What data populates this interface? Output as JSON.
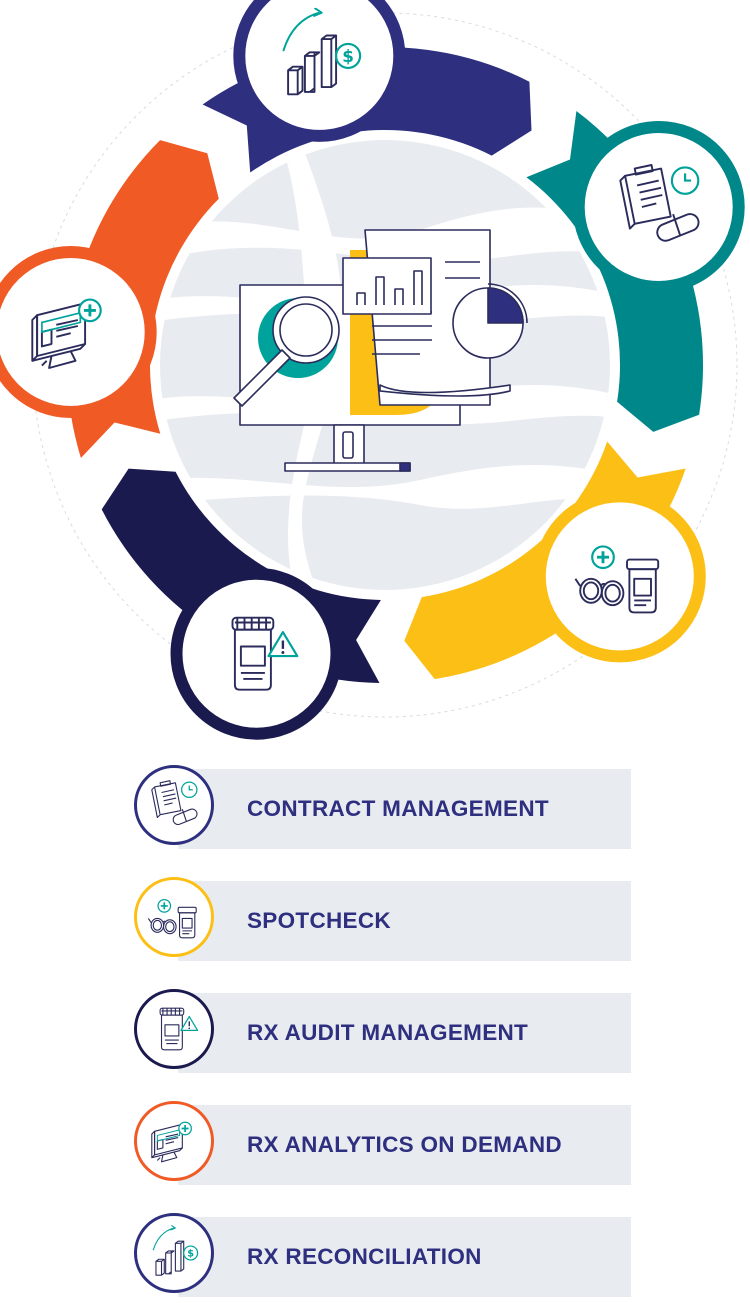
{
  "colors": {
    "navy": "#2e2f7f",
    "dark_navy": "#1b1a4f",
    "teal": "#00878a",
    "yellow": "#fcbf16",
    "orange": "#f05a24",
    "light_gray": "#e8ebf0",
    "outline": "#2b2c5c"
  },
  "cycle": {
    "center_icon": "analytics-monitor-report-icon",
    "segments": [
      {
        "color": "navy",
        "icon": "bar-chart-dollar-icon"
      },
      {
        "color": "teal",
        "icon": "clipboard-pill-clock-icon"
      },
      {
        "color": "yellow",
        "icon": "glasses-pill-bottle-icon"
      },
      {
        "color": "dark_navy",
        "icon": "pill-bottle-warning-icon"
      },
      {
        "color": "orange",
        "icon": "monitor-medical-icon"
      }
    ]
  },
  "legend": [
    {
      "label": "CONTRACT MANAGEMENT",
      "color": "#2e2f7f",
      "icon": "clipboard-pill-clock-icon"
    },
    {
      "label": "SPOTCHECK",
      "color": "#fcbf16",
      "icon": "glasses-pill-bottle-icon"
    },
    {
      "label": "RX AUDIT MANAGEMENT",
      "color": "#1b1a4f",
      "icon": "pill-bottle-warning-icon"
    },
    {
      "label": "RX ANALYTICS ON DEMAND",
      "color": "#f05a24",
      "icon": "monitor-medical-icon"
    },
    {
      "label": "RX RECONCILIATION",
      "color": "#2e2f7f",
      "icon": "bar-chart-dollar-icon"
    }
  ]
}
